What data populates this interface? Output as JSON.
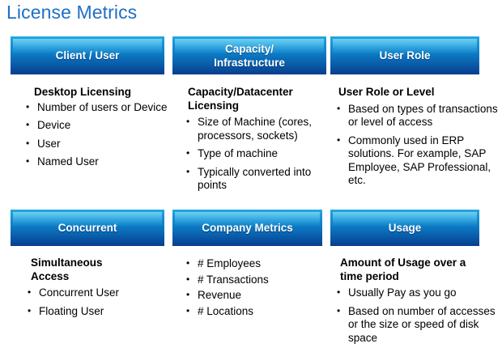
{
  "page": {
    "title": "License Metrics",
    "title_color": "#1F6FC4",
    "banner_gradient_top": "#25a7e0",
    "banner_gradient_bottom": "#073d8e",
    "banner_text_color": "#ffffff",
    "body_text_color": "#000000",
    "background_color": "#ffffff"
  },
  "cards": [
    {
      "banner": "Client / User",
      "subhead": "Desktop Licensing",
      "bullets": [
        "Number of users or Device",
        "Device",
        "User",
        "Named User"
      ]
    },
    {
      "banner": "Capacity/\nInfrastructure",
      "subhead": "Capacity/Datacenter Licensing",
      "bullets": [
        "Size  of Machine (cores, processors, sockets)",
        "Type of machine",
        "Typically converted into points"
      ]
    },
    {
      "banner": "User Role",
      "subhead": "User Role or Level",
      "bullets": [
        "Based on types of transactions or level of access",
        "Commonly used in ERP solutions.  For example,  SAP Employee, SAP Professional, etc."
      ]
    },
    {
      "banner": "Concurrent",
      "subhead": "Simultaneous Access",
      "bullets": [
        "Concurrent User",
        "Floating User"
      ]
    },
    {
      "banner": "Company Metrics",
      "subhead": "",
      "bullets": [
        "# Employees",
        "# Transactions",
        "Revenue",
        "# Locations"
      ]
    },
    {
      "banner": "Usage",
      "subhead": "Amount of Usage over a time period",
      "bullets": [
        "Usually Pay as you go",
        "Based on number of accesses or the size or speed of disk space"
      ]
    }
  ]
}
